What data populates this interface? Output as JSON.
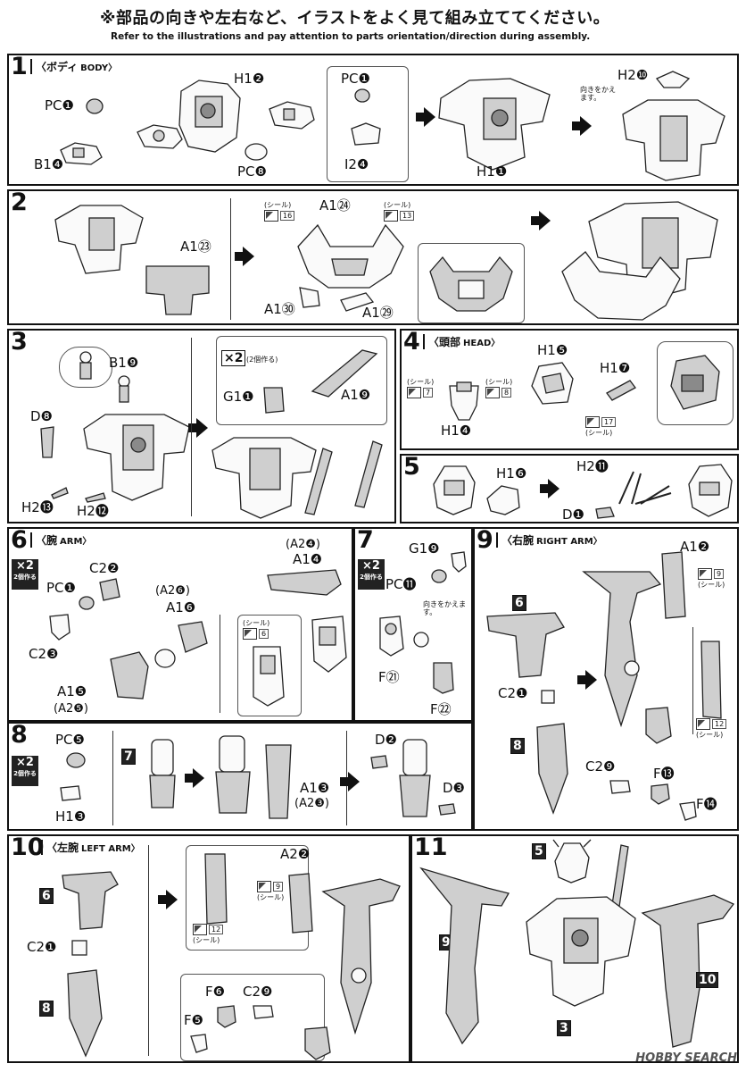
{
  "header": {
    "title_jp": "※部品の向きや左右など、イラストをよく見て組み立ててください。",
    "title_en": "Refer to the illustrations and pay attention to parts orientation/direction during assembly."
  },
  "steps": {
    "s1": {
      "num": "1",
      "title_jp": "〈ボディ",
      "title_en": "BODY〉",
      "labels": [
        "PC❶",
        "B1❹",
        "H1❷",
        "PC❽",
        "PC❶",
        "I2❹",
        "H1❶",
        "H2❿"
      ],
      "note": "向きをかえます。"
    },
    "s2": {
      "num": "2",
      "labels": [
        "A1㉓",
        "A1㉔",
        "A1㉚",
        "A1㉙"
      ],
      "decal_a": "(シール)",
      "decal_a_num": "16",
      "decal_b": "(シール)",
      "decal_b_num": "13"
    },
    "s3": {
      "num": "3",
      "labels": [
        "B1❾",
        "D❽",
        "H2⓭",
        "H2⓬",
        "G1❶",
        "A1❾"
      ],
      "x2": "×2",
      "make2": "(2個作る)"
    },
    "s4": {
      "num": "4",
      "title_jp": "〈頭部",
      "title_en": "HEAD〉",
      "labels": [
        "H1❺",
        "H1❼",
        "H1❹"
      ],
      "decal_a": "(シール)",
      "decal_a_num": "7",
      "decal_b": "(シール)",
      "decal_b_num": "8",
      "decal_c": "(シール)",
      "decal_c_num": "17"
    },
    "s5": {
      "num": "5",
      "labels": [
        "H1❻",
        "H2⓫",
        "D❶"
      ]
    },
    "s6": {
      "num": "6",
      "title_jp": "〈腕",
      "title_en": "ARM〉",
      "x2": "×2",
      "make2": "2個作る",
      "labels": [
        "C2❷",
        "PC❶",
        "C2❸",
        "(A2❻)",
        "A1❻",
        "A1❺",
        "(A2❺)",
        "(A2❹)",
        "A1❹"
      ],
      "decal": "(シール)",
      "decal_num": "6"
    },
    "s7": {
      "num": "7",
      "x2": "×2",
      "make2": "2個作る",
      "labels": [
        "G1❾",
        "PC⓫",
        "F㉑",
        "F㉒"
      ],
      "note": "向きをかえます。"
    },
    "s8": {
      "num": "8",
      "x2": "×2",
      "make2": "2個作る",
      "labels": [
        "PC❺",
        "H1❸",
        "7",
        "A1❸",
        "(A2❸)",
        "D❷",
        "D❸"
      ]
    },
    "s9": {
      "num": "9",
      "title_jp": "〈右腕",
      "title_en": "RIGHT ARM〉",
      "labels": [
        "A1❷",
        "6",
        "C2❶",
        "8",
        "C2❾",
        "F⓭",
        "F⓮"
      ],
      "decal_a": "(シール)",
      "decal_a_num": "9",
      "decal_b": "(シール)",
      "decal_b_num": "12"
    },
    "s10": {
      "num": "10",
      "title_jp": "〈左腕",
      "title_en": "LEFT ARM〉",
      "labels": [
        "6",
        "C2❶",
        "8",
        "A2❷",
        "F❻",
        "C2❾",
        "F❺"
      ],
      "decal_a": "(シール)",
      "decal_a_num": "9",
      "decal_b": "(シール)",
      "decal_b_num": "12"
    },
    "s11": {
      "num": "11",
      "labels": [
        "5",
        "9",
        "3",
        "10"
      ]
    }
  },
  "watermark": "HOBBY SEARCH"
}
